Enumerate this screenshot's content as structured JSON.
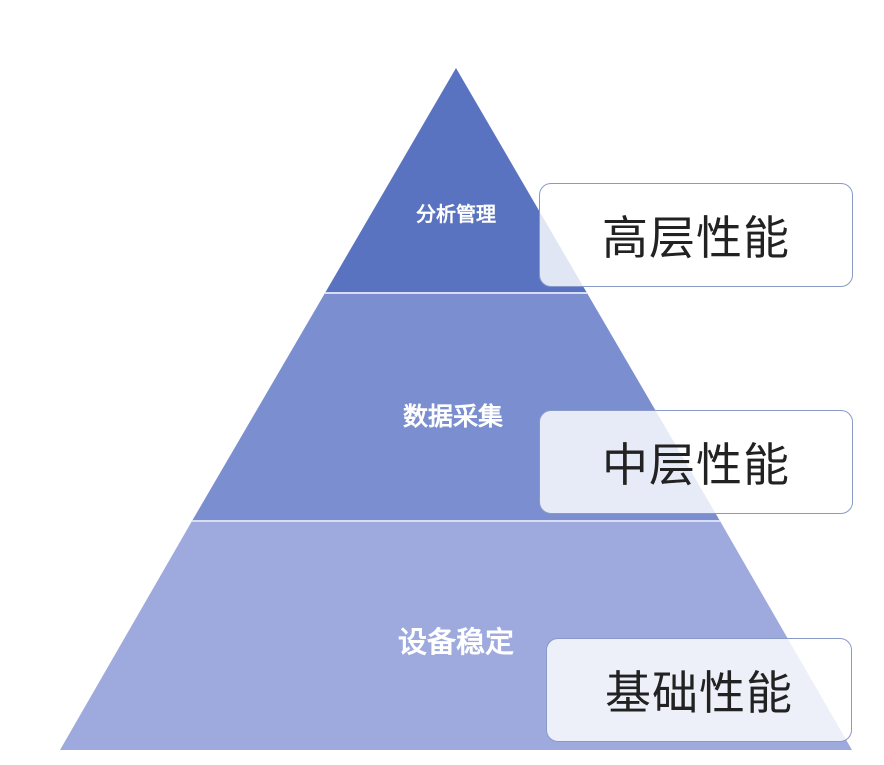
{
  "diagram": {
    "tiers": [
      {
        "label": "分析管理",
        "callout": "高层性能",
        "color": "#5a73c1"
      },
      {
        "label": "数据采集",
        "callout": "中层性能",
        "color": "#7b8fd0"
      },
      {
        "label": "设备稳定",
        "callout": "基础性能",
        "color": "#9eaadd"
      }
    ],
    "divider_color": "#d8def0",
    "callout_border_color": "#8a9ac8"
  }
}
